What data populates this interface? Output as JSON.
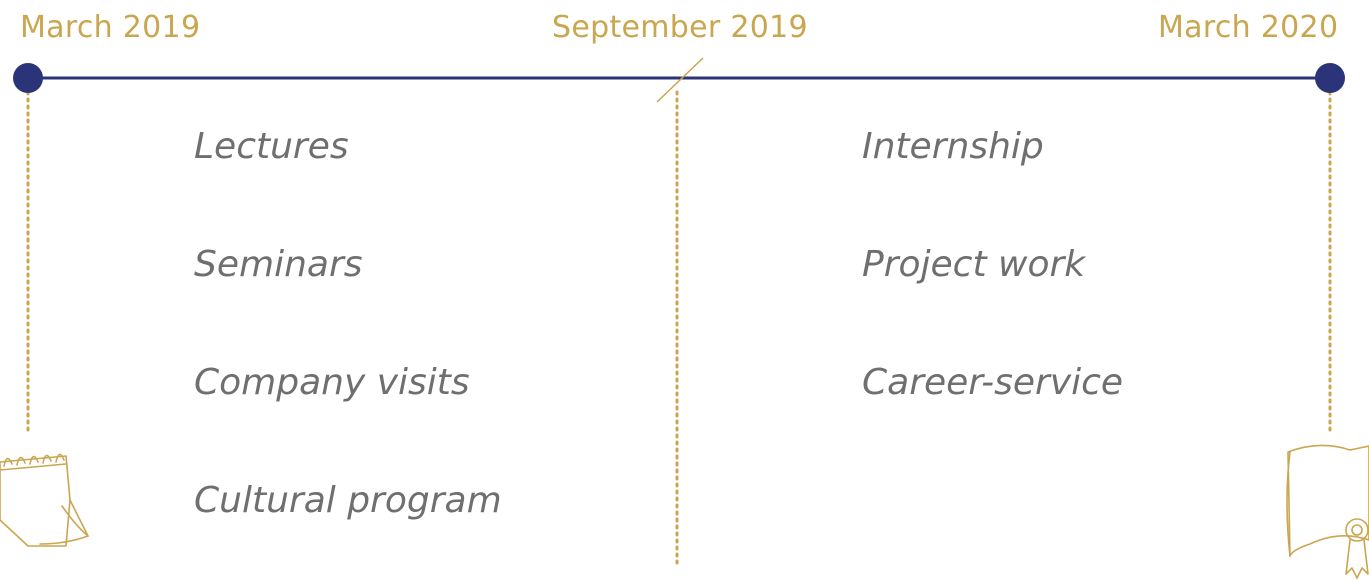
{
  "timeline": {
    "dates": {
      "start": "March 2019",
      "middle": "September 2019",
      "end": "March 2020"
    },
    "phase_one": {
      "items": [
        "Lectures",
        "Seminars",
        "Company visits",
        "Cultural program"
      ]
    },
    "phase_two": {
      "items": [
        "Internship",
        "Project work",
        "Career-service"
      ]
    }
  },
  "colors": {
    "line": "#2b3478",
    "node": "#2b3478",
    "accent_gold": "#c9a64f",
    "text_gray": "#6f6f6f"
  },
  "icons": {
    "left": "calendar-icon",
    "right": "certificate-icon"
  }
}
